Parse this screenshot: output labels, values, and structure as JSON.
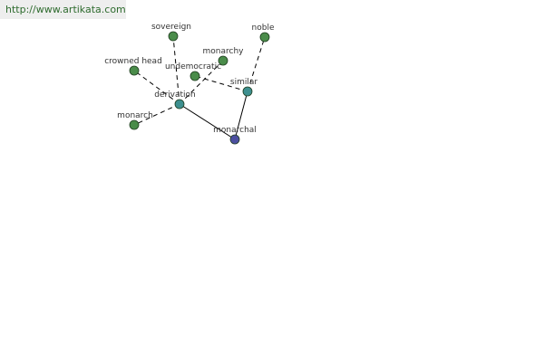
{
  "site_url": "http://www.artikata.com",
  "colors": {
    "synonym_node": "#4a8c4a",
    "derivation_node": "#3d8f8f",
    "root_node": "#4c4fa0",
    "edge": "#000000"
  },
  "graph": {
    "nodes": [
      {
        "id": "monarchal",
        "label": "monarchal",
        "kind": "root"
      },
      {
        "id": "derivation",
        "label": "derivation",
        "kind": "relation"
      },
      {
        "id": "similar",
        "label": "similar",
        "kind": "relation"
      },
      {
        "id": "sovereign",
        "label": "sovereign",
        "kind": "word"
      },
      {
        "id": "noble",
        "label": "noble",
        "kind": "word"
      },
      {
        "id": "monarchy",
        "label": "monarchy",
        "kind": "word"
      },
      {
        "id": "crowned-head",
        "label": "crowned head",
        "kind": "word"
      },
      {
        "id": "undemocratic",
        "label": "undemocratic",
        "kind": "word"
      },
      {
        "id": "monarch",
        "label": "monarch",
        "kind": "word"
      }
    ],
    "edges": [
      {
        "from": "monarchal",
        "to": "derivation",
        "style": "solid"
      },
      {
        "from": "monarchal",
        "to": "similar",
        "style": "solid"
      },
      {
        "from": "derivation",
        "to": "sovereign",
        "style": "dashed"
      },
      {
        "from": "derivation",
        "to": "monarchy",
        "style": "dashed"
      },
      {
        "from": "derivation",
        "to": "crowned-head",
        "style": "dashed"
      },
      {
        "from": "derivation",
        "to": "monarch",
        "style": "dashed"
      },
      {
        "from": "similar",
        "to": "noble",
        "style": "dashed"
      },
      {
        "from": "similar",
        "to": "undemocratic",
        "style": "dashed"
      }
    ]
  }
}
